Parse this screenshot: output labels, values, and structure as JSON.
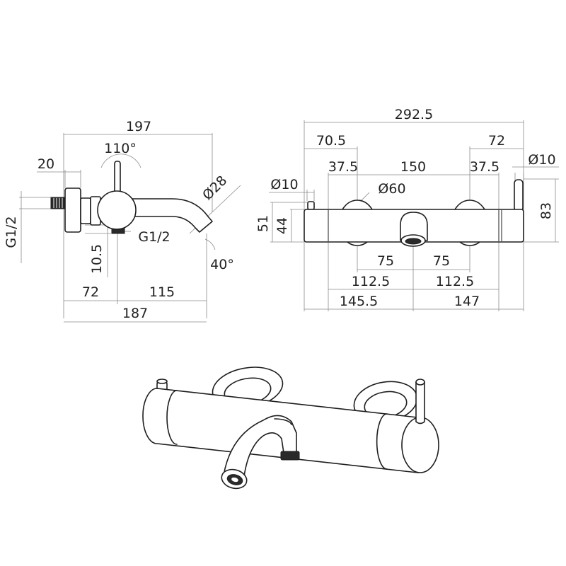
{
  "side_view": {
    "dims": {
      "total_width": "197",
      "angle_lever": "110°",
      "flange": "20",
      "thread_in": "G1/2",
      "spout_dia": "Ø28",
      "thread_out": "G1/2",
      "height_offset": "10.5",
      "angle_spout": "40°",
      "wall_to_axis": "72",
      "axis_to_spout": "115",
      "projection": "187"
    }
  },
  "front_view": {
    "dims": {
      "overall_width": "292.5",
      "left_section": "70.5",
      "right_section": "72",
      "left_inlet": "37.5",
      "inlet_spacing": "150",
      "right_inlet": "37.5",
      "lever_dia": "Ø10",
      "knob_dia": "Ø10",
      "rosette_dia": "Ø60",
      "overall_height": "83",
      "body_height_51": "51",
      "body_height_44": "44",
      "center_left_75": "75",
      "center_right_75": "75",
      "center_left_112": "112.5",
      "center_right_112": "112.5",
      "left_145": "145.5",
      "right_147": "147"
    }
  }
}
